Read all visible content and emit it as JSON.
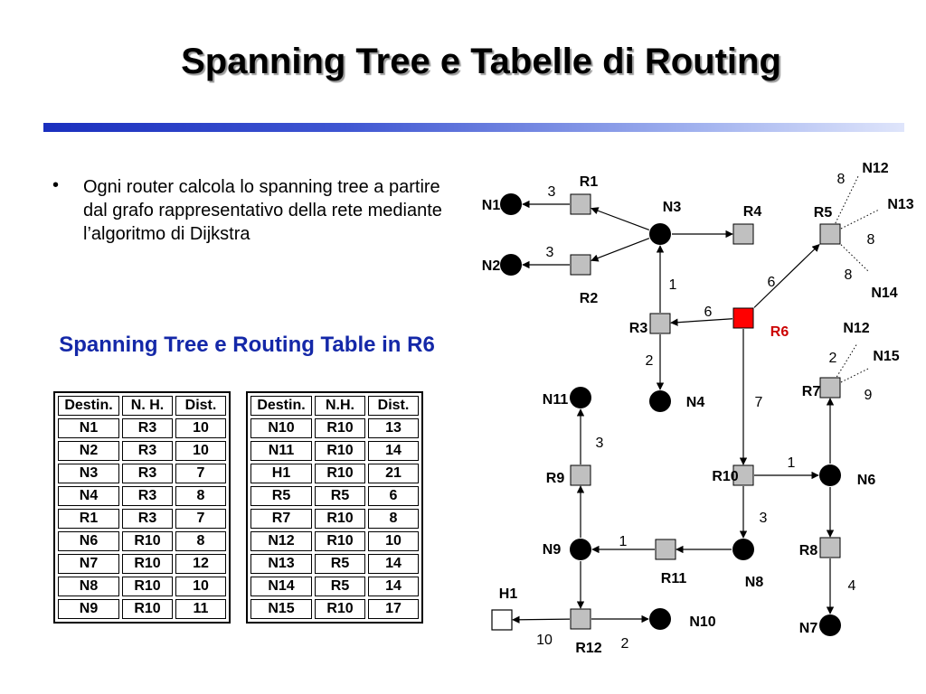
{
  "title": "Spanning Tree e Tabelle di Routing",
  "bullet": {
    "symbol": "•",
    "text": "Ogni router calcola lo spanning tree a partire dal grafo rappresentativo della rete mediante l’algoritmo di Dijkstra"
  },
  "routing_table_title": "Spanning Tree e Routing Table in R6",
  "table_left": {
    "headers": [
      "Destin.",
      "N. H.",
      "Dist."
    ],
    "rows": [
      [
        "N1",
        "R3",
        "10"
      ],
      [
        "N2",
        "R3",
        "10"
      ],
      [
        "N3",
        "R3",
        "7"
      ],
      [
        "N4",
        "R3",
        "8"
      ],
      [
        "R1",
        "R3",
        "7"
      ],
      [
        "N6",
        "R10",
        "8"
      ],
      [
        "N7",
        "R10",
        "12"
      ],
      [
        "N8",
        "R10",
        "10"
      ],
      [
        "N9",
        "R10",
        "11"
      ]
    ]
  },
  "table_right": {
    "headers": [
      "Destin.",
      "N.H.",
      "Dist."
    ],
    "rows": [
      [
        "N10",
        "R10",
        "13"
      ],
      [
        "N11",
        "R10",
        "14"
      ],
      [
        "H1",
        "R10",
        "21"
      ],
      [
        "R5",
        "R5",
        "6"
      ],
      [
        "R7",
        "R10",
        "8"
      ],
      [
        "N12",
        "R10",
        "10"
      ],
      [
        "N13",
        "R5",
        "14"
      ],
      [
        "N14",
        "R5",
        "14"
      ],
      [
        "N15",
        "R10",
        "17"
      ]
    ]
  },
  "colors": {
    "title_blue": "#1428a8",
    "router_fill": "#c0c0c0",
    "root_router_fill": "#ff0000",
    "root_label": "#cc0000",
    "network": "#000000"
  },
  "graph": {
    "routers": [
      {
        "id": "R1",
        "label": "R1"
      },
      {
        "id": "R2",
        "label": "R2"
      },
      {
        "id": "R3",
        "label": "R3"
      },
      {
        "id": "R4",
        "label": "R4"
      },
      {
        "id": "R5",
        "label": "R5"
      },
      {
        "id": "R6",
        "label": "R6",
        "root": true
      },
      {
        "id": "R7",
        "label": "R7"
      },
      {
        "id": "R8",
        "label": "R8"
      },
      {
        "id": "R9",
        "label": "R9"
      },
      {
        "id": "R10",
        "label": "R10"
      },
      {
        "id": "R11",
        "label": "R11"
      },
      {
        "id": "R12",
        "label": "R12"
      }
    ],
    "networks": [
      {
        "id": "N1",
        "label": "N1"
      },
      {
        "id": "N2",
        "label": "N2"
      },
      {
        "id": "N3",
        "label": "N3"
      },
      {
        "id": "N4",
        "label": "N4"
      },
      {
        "id": "N6",
        "label": "N6"
      },
      {
        "id": "N7",
        "label": "N7"
      },
      {
        "id": "N8",
        "label": "N8"
      },
      {
        "id": "N9",
        "label": "N9"
      },
      {
        "id": "N10",
        "label": "N10"
      },
      {
        "id": "N11",
        "label": "N11"
      }
    ],
    "hosts": [
      {
        "id": "H1",
        "label": "H1"
      }
    ],
    "external_networks": [
      {
        "id": "N12a",
        "label": "N12"
      },
      {
        "id": "N13",
        "label": "N13"
      },
      {
        "id": "N14",
        "label": "N14"
      },
      {
        "id": "N12b",
        "label": "N12"
      },
      {
        "id": "N15",
        "label": "N15"
      }
    ],
    "edges": [
      {
        "from": "R1",
        "to": "N1",
        "weight": "3"
      },
      {
        "from": "R2",
        "to": "N2",
        "weight": "3"
      },
      {
        "from": "N3",
        "to": "R1",
        "weight": ""
      },
      {
        "from": "N3",
        "to": "R2",
        "weight": ""
      },
      {
        "from": "N3",
        "to": "R4",
        "weight": ""
      },
      {
        "from": "R3",
        "to": "N3",
        "weight": "1"
      },
      {
        "from": "R6",
        "to": "R3",
        "weight": "6"
      },
      {
        "from": "R3",
        "to": "N4",
        "weight": "2"
      },
      {
        "from": "R6",
        "to": "R5",
        "weight": "6"
      },
      {
        "from": "R6",
        "to": "R10",
        "weight": "7"
      },
      {
        "from": "R10",
        "to": "N6",
        "weight": "1"
      },
      {
        "from": "N6",
        "to": "R7",
        "weight": ""
      },
      {
        "from": "N6",
        "to": "R8",
        "weight": ""
      },
      {
        "from": "R8",
        "to": "N7",
        "weight": "4"
      },
      {
        "from": "R10",
        "to": "N8",
        "weight": "3"
      },
      {
        "from": "N8",
        "to": "R11",
        "weight": ""
      },
      {
        "from": "R11",
        "to": "N9",
        "weight": "1"
      },
      {
        "from": "N9",
        "to": "R9",
        "weight": ""
      },
      {
        "from": "R9",
        "to": "N11",
        "weight": "3"
      },
      {
        "from": "N9",
        "to": "R12",
        "weight": ""
      },
      {
        "from": "R12",
        "to": "N10",
        "weight": "2"
      },
      {
        "from": "R12",
        "to": "H1",
        "weight": "10"
      }
    ],
    "stub_links": [
      {
        "from": "R5",
        "to": "N12a",
        "weight": "8"
      },
      {
        "from": "R5",
        "to": "N13",
        "weight": "8"
      },
      {
        "from": "R5",
        "to": "N14",
        "weight": "8"
      },
      {
        "from": "R7",
        "to": "N12b",
        "weight": "2"
      },
      {
        "from": "R7",
        "to": "N15",
        "weight": "9"
      }
    ]
  }
}
